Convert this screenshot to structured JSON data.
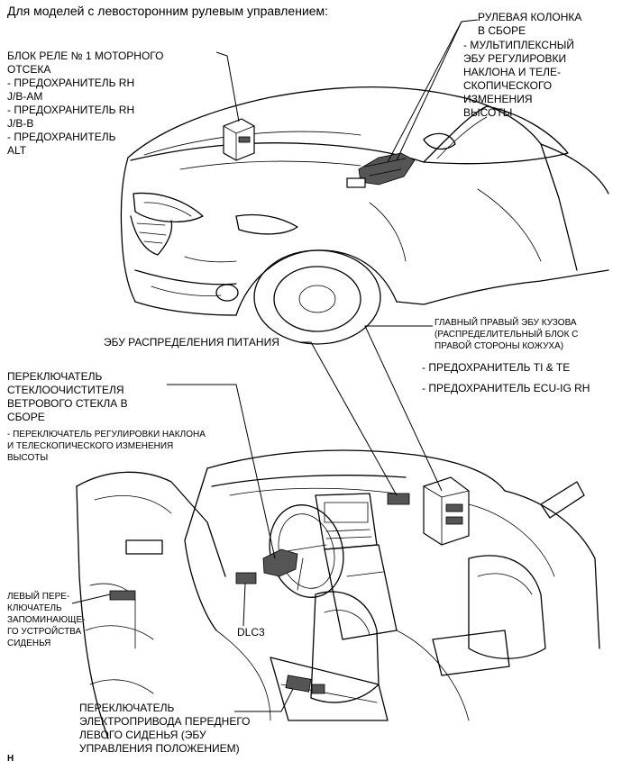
{
  "heading": "Для моделей с левосторонним рулевым управлением:",
  "labels": {
    "relay_block": "БЛОК РЕЛЕ № 1 МОТОРНОГО\nОТСЕКА\n- ПРЕДОХРАНИТЕЛЬ RH\nJ/B-AM\n- ПРЕДОХРАНИТЕЛЬ RH\nJ/B-B\n- ПРЕДОХРАНИТЕЛЬ\nALT",
    "steering_column_title": "РУЛЕВАЯ КОЛОНКА\nВ СБОРЕ",
    "steering_column_sub": "- МУЛЬТИПЛЕКСНЫЙ\n  ЭБУ РЕГУЛИРОВКИ\n  НАКЛОНА И ТЕЛЕ-\n  СКОПИЧЕСКОГО\n  ИЗМЕНЕНИЯ\n  ВЫСОТЫ",
    "main_body_ecu": "ГЛАВНЫЙ ПРАВЫЙ ЭБУ КУЗОВА\n(РАСПРЕДЕЛИТЕЛЬНЫЙ БЛОК С\nПРАВОЙ СТОРОНЫ КОЖУХА)",
    "fuse_ti_te": "- ПРЕДОХРАНИТЕЛЬ TI & TE",
    "fuse_ecu_ig": "- ПРЕДОХРАНИТЕЛЬ ECU-IG RH",
    "power_dist_ecu": "ЭБУ РАСПРЕДЕЛЕНИЯ ПИТАНИЯ",
    "wiper_switch_title": "ПЕРЕКЛЮЧАТЕЛЬ\nСТЕКЛООЧИСТИТЕЛЯ\nВЕТРОВОГО СТЕКЛА В\nСБОРЕ",
    "wiper_switch_sub": "- ПЕРЕКЛЮЧАТЕЛЬ РЕГУЛИРОВКИ НАКЛОНА\n  И ТЕЛЕСКОПИЧЕСКОГО ИЗМЕНЕНИЯ\n  ВЫСОТЫ",
    "memory_switch": "ЛЕВЫЙ ПЕРЕ-\nКЛЮЧАТЕЛЬ\nЗАПОМИНАЮЩЕ-\nГО УСТРОЙСТВА\nСИДЕНЬЯ",
    "dlc3": "DLC3",
    "seat_switch": "ПЕРЕКЛЮЧАТЕЛЬ\nЭЛЕКТРОПРИВОДА ПЕРЕДНЕГО\nЛЕВОГО СИДЕНЬЯ (ЭБУ\nУПРАВЛЕНИЯ ПОЛОЖЕНИЕМ)",
    "corner_mark": "H"
  }
}
